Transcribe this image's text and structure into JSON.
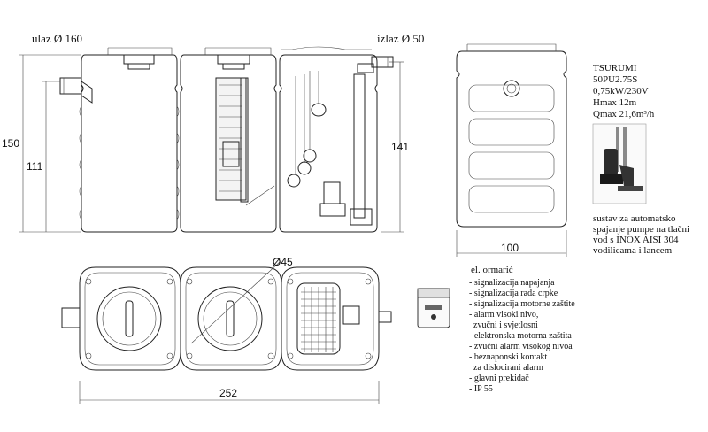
{
  "inlet_label": "ulaz Ø 160",
  "outlet_label": "izlaz Ø 50",
  "dims": {
    "height_total": "150",
    "height_inlet": "111",
    "height_outlet": "141",
    "width_side": "100",
    "length_top": "252",
    "diameter": "Ø45"
  },
  "pump_spec": {
    "lines": [
      "TSURUMI",
      "50PU2.75S",
      "0,75kW/230V",
      "Hmax 12m",
      "Qmax 21,6m³/h"
    ]
  },
  "pump_caption": {
    "lines": [
      "sustav za automatsko",
      "spajanje pumpe na tlačni",
      "vod s INOX AISI 304",
      "vodilicama i lancem"
    ]
  },
  "cabinet": {
    "title": "el. ormarić",
    "items": [
      "- signalizacija napajanja",
      "- signalizacija rada crpke",
      "- signalizacija motorne zaštite",
      "- alarm visoki nivo,",
      "  zvučni i svjetlosni",
      "- elektronska motorna zaštita",
      "- zvučni alarm visokog nivoa",
      "- beznaponski kontakt",
      "  za dislocirani alarm",
      "- glavni prekidač",
      "- IP 55"
    ]
  },
  "icons": {
    "pump_photo": "submersible-pump-photo",
    "cabinet": "control-cabinet-icon"
  }
}
